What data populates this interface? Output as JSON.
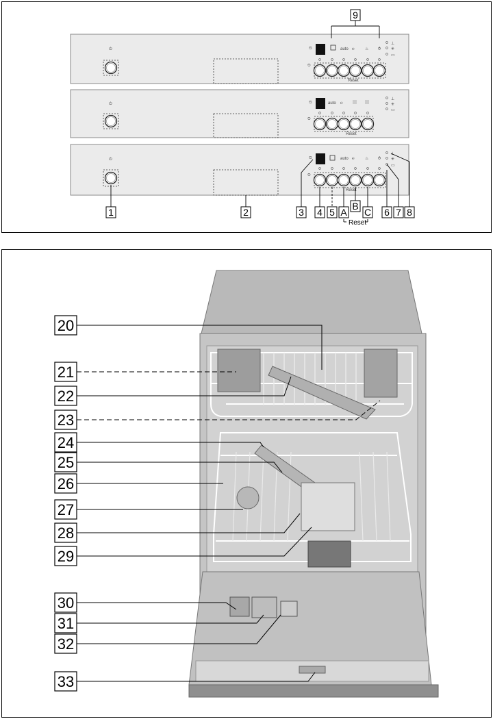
{
  "top_figure": {
    "labels": {
      "n1": "1",
      "n2": "2",
      "n3": "3",
      "n4": "4",
      "n5": "5",
      "n6": "6",
      "n7": "7",
      "n8": "8",
      "n9": "9",
      "a": "A",
      "b": "B",
      "c": "C",
      "reset": "Reset"
    },
    "panel_symbols": {
      "auto": "auto",
      "reset_small": "Reset"
    }
  },
  "bottom_figure": {
    "callouts": [
      "20",
      "21",
      "22",
      "23",
      "24",
      "25",
      "26",
      "27",
      "28",
      "29",
      "30",
      "31",
      "32",
      "33"
    ]
  },
  "colors": {
    "panel_fill": "#ebebeb",
    "tub_fill": "#c9c9c9",
    "door_fill": "#bdbdbd",
    "rack_stroke": "#ffffff"
  }
}
